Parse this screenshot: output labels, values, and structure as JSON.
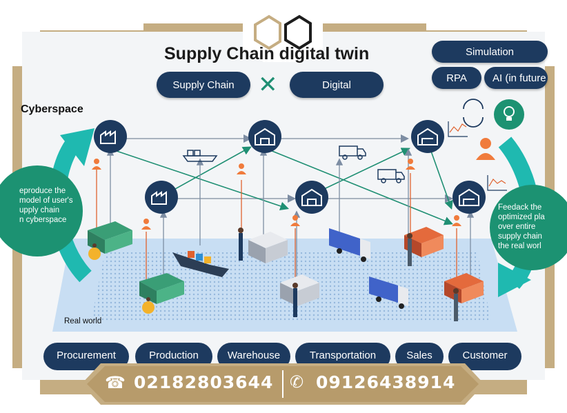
{
  "title": "Supply Chain digital twin",
  "top_pills": {
    "supply_chain": "Supply Chain",
    "digital": "Digital"
  },
  "right_pills": {
    "simulation": "Simulation",
    "rpa": "RPA",
    "ai": "AI (in future"
  },
  "cyberspace_label": "Cyberspace",
  "real_world_label": "Real world",
  "left_bubble_lines": [
    "eproduce the",
    "model of user's",
    "upply chain",
    "n cyberspace"
  ],
  "right_bubble_lines": [
    "Feedack the",
    "optimized pla",
    "over entire",
    "supply chain",
    "the real worl"
  ],
  "stages": [
    "Procurement",
    "Production",
    "Warehouse",
    "Transportation",
    "Sales",
    "Customer"
  ],
  "phone_1": "02182803644",
  "phone_2": "09126438914",
  "colors": {
    "navy": "#1d3a5f",
    "teal": "#1c9272",
    "arrow_teal": "#1fb9b0",
    "orange": "#f07b3c",
    "gold": "#c5ad82",
    "link_green": "#1f8f73",
    "map_blue": "#bcd8f2"
  },
  "icons": [
    "factory-icon",
    "warehouse-icon",
    "ship-icon",
    "truck-icon",
    "person-icon",
    "refresh-icon",
    "lightbulb-icon",
    "phone-icon",
    "mobile-phone-icon",
    "logo-icon"
  ]
}
